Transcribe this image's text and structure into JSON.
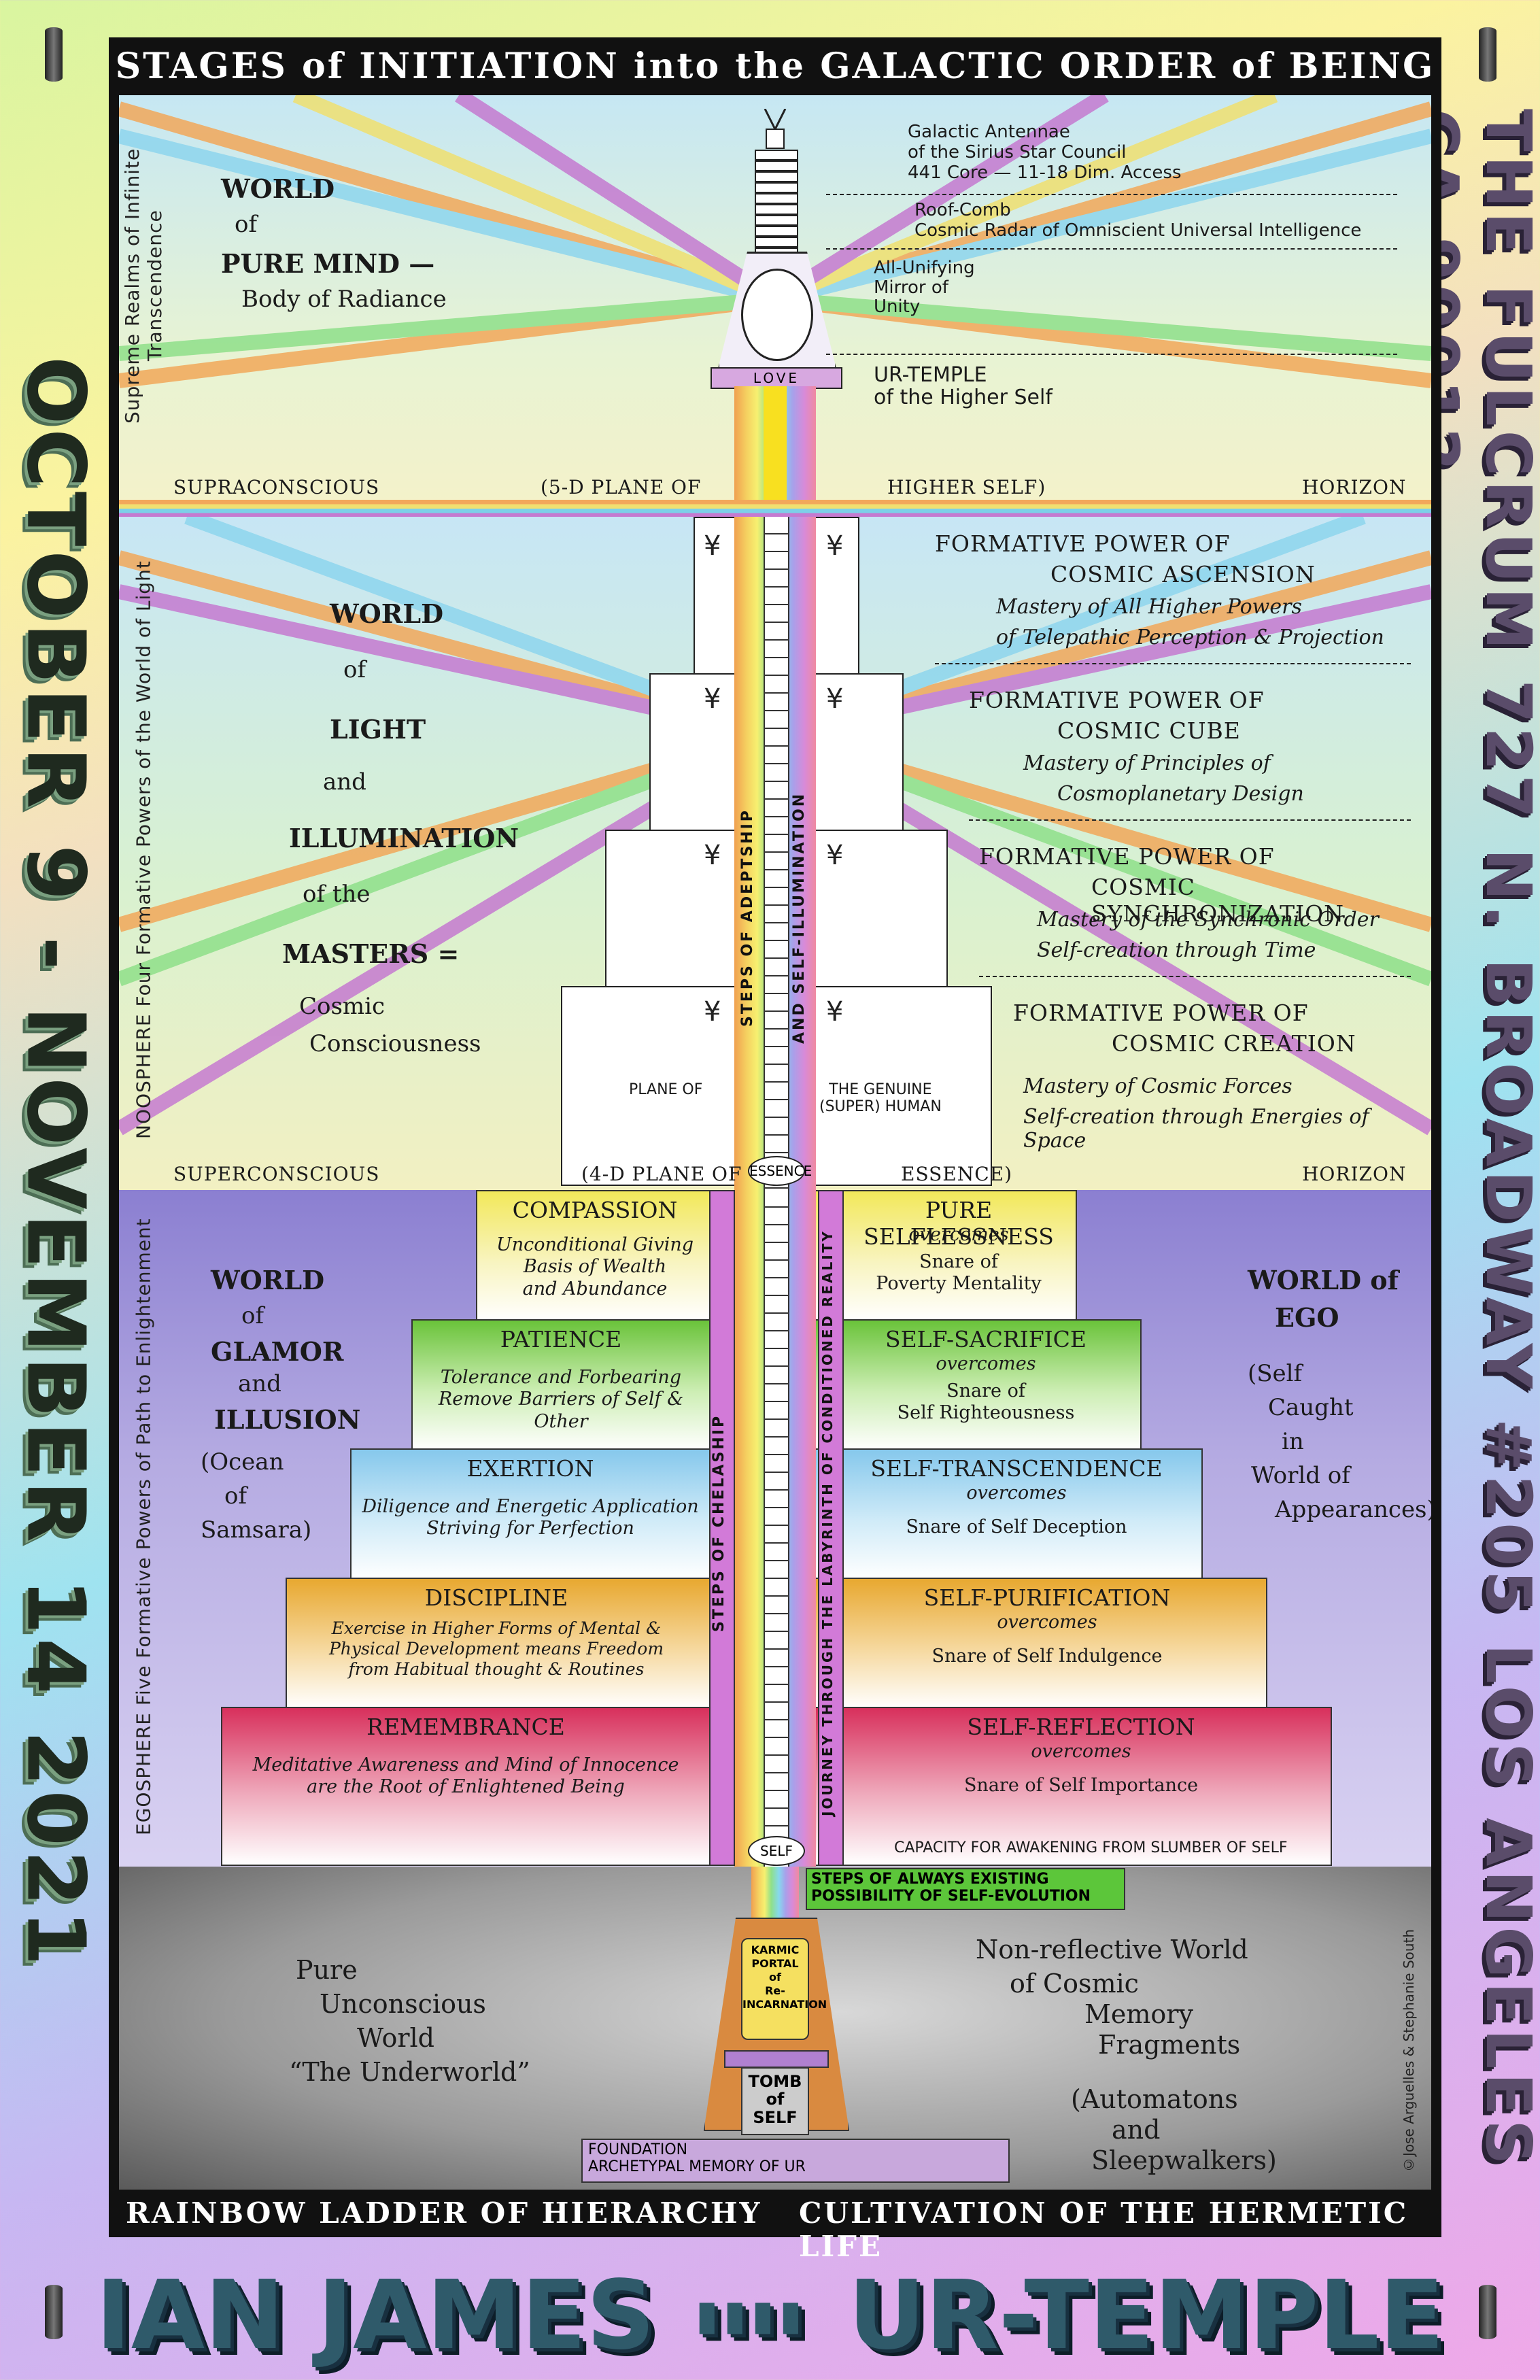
{
  "side_banners": {
    "left": "OCTOBER 9 - NOVEMBER 14 2021",
    "right": "THE FULCRUM 727 N. BROADWAY #205 LOS ANGELES CA 90012",
    "bottom_left": "IAN JAMES",
    "bottom_right": "UR-TEMPLE"
  },
  "poster": {
    "title": "STAGES of INITIATION into the GALACTIC ORDER of BEING",
    "footer_left": "RAINBOW LADDER OF HIERARCHY",
    "footer_right": "CULTIVATION OF THE HERMETIC LIFE",
    "credit": "©Jose Arguelles & Stephanie South"
  },
  "zone1": {
    "side_label": "Supreme Realms of Infinite Transcendence",
    "world": [
      "WORLD",
      "of",
      "PURE MIND —",
      "Body of Radiance"
    ],
    "annotations": [
      {
        "text": "Galactic Antennae\nof the Sirius Star Council\n441 Core — 11-18 Dim. Access"
      },
      {
        "text": "Roof-Comb\nCosmic Radar of Omniscient Universal Intelligence"
      },
      {
        "text": "All-Unifying\nMirror of\nUnity"
      },
      {
        "text": "UR-TEMPLE\nof the Higher Self"
      }
    ],
    "love": "LOVE",
    "horizon_left": "SUPRACONSCIOUS",
    "horizon_mid": "(5-D PLANE OF",
    "horizon_mid2": "HIGHER SELF)",
    "horizon_right": "HORIZON"
  },
  "zone2": {
    "side_label": "NOOSPHERE  Four Formative Powers of the World of Light",
    "world": [
      "WORLD",
      "of",
      "LIGHT",
      "and",
      "ILLUMINATION",
      "of the",
      "MASTERS =",
      "Cosmic",
      "Consciousness"
    ],
    "powers": [
      {
        "title": "FORMATIVE POWER OF",
        "title2": "COSMIC ASCENSION",
        "desc": "Mastery of All Higher Powers",
        "desc2": "of Telepathic Perception & Projection"
      },
      {
        "title": "FORMATIVE POWER OF",
        "title2": "COSMIC CUBE",
        "desc": "Mastery of Principles of",
        "desc2": "Cosmoplanetary Design"
      },
      {
        "title": "FORMATIVE POWER OF",
        "title2": "COSMIC SYNCHRONIZATION",
        "desc": "Mastery of the Synchronic Order",
        "desc2": "Self-creation through Time"
      },
      {
        "title": "FORMATIVE POWER OF",
        "title2": "COSMIC CREATION",
        "desc": "Mastery of Cosmic Forces",
        "desc2": "Self-creation through Energies of Space"
      }
    ],
    "plane_of": "PLANE OF",
    "genuine": "THE GENUINE\n(SUPER) HUMAN",
    "col_left": "STEPS  OF  ADEPTSHIP",
    "col_right": "AND  SELF-ILLUMINATION",
    "essence": "ESSENCE",
    "horizon_left": "SUPERCONSCIOUS",
    "horizon_mid": "(4-D PLANE OF",
    "horizon_mid2": "ESSENCE)",
    "horizon_right": "HORIZON",
    "yen": "¥"
  },
  "zone3": {
    "side_label": "EGOSPHERE  Five Formative Powers of Path to Enlightenment",
    "world_left": [
      "WORLD",
      "of",
      "GLAMOR",
      "and",
      "ILLUSION",
      "(Ocean",
      "of",
      "Samsara)"
    ],
    "world_right": [
      "WORLD of",
      "EGO",
      "(Self",
      "Caught",
      "in",
      "World of",
      "Appearances)"
    ],
    "steps": [
      {
        "left": "COMPASSION",
        "left_desc": "Unconditional Giving\nBasis of Wealth\nand Abundance",
        "right": "PURE SELFLESSNESS",
        "over": "overcomes",
        "snare": "Snare of\nPoverty Mentality"
      },
      {
        "left": "PATIENCE",
        "left_desc": "Tolerance and Forbearing\nRemove Barriers of Self & Other",
        "right": "SELF-SACRIFICE",
        "over": "overcomes",
        "snare": "Snare of\nSelf Righteousness"
      },
      {
        "left": "EXERTION",
        "left_desc": "Diligence and Energetic Application\nStriving for Perfection",
        "right": "SELF-TRANSCENDENCE",
        "over": "overcomes",
        "snare": "Snare of Self Deception"
      },
      {
        "left": "DISCIPLINE",
        "left_desc": "Exercise in Higher Forms of Mental &\nPhysical Development means Freedom\nfrom Habitual thought & Routines",
        "right": "SELF-PURIFICATION",
        "over": "overcomes",
        "snare": "Snare of Self Indulgence"
      },
      {
        "left": "REMEMBRANCE",
        "left_desc": "Meditative Awareness and Mind of Innocence\nare the Root of Enlightened Being",
        "right": "SELF-REFLECTION",
        "over": "overcomes",
        "snare": "Snare of Self Importance"
      }
    ],
    "col_left": "STEPS  OF  CHELASHIP",
    "col_right": "JOURNEY THROUGH THE LABYRINTH OF CONDITIONED REALITY",
    "self": "SELF",
    "capacity": "CAPACITY FOR AWAKENING FROM SLUMBER OF SELF"
  },
  "zone4": {
    "steps_label": "STEPS OF ALWAYS EXISTING\nPOSSIBILITY OF SELF-EVOLUTION",
    "left_text": [
      "Pure",
      "Unconscious",
      "World",
      "“The Underworld”"
    ],
    "right_text": [
      "Non-reflective World",
      "of Cosmic",
      "Memory",
      "Fragments",
      "(Automatons",
      "and",
      "Sleepwalkers)"
    ],
    "portal": "KARMIC\nPORTAL\nof\nRe-\nINCARNATION",
    "tomb": "TOMB\nof\nSELF",
    "foundation": "FOUNDATION\nARCHETYPAL   MEMORY   OF   UR"
  },
  "colors": {
    "compassion": "#f2e85a",
    "patience": "#6ac33a",
    "exertion": "#86c8ec",
    "discipline": "#e8a830",
    "remembrance": "#d8305c",
    "portal": "#d98a40"
  }
}
